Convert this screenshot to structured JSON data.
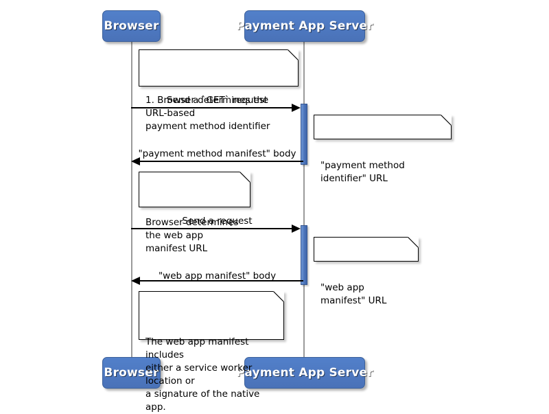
{
  "diagram": {
    "type": "sequence-diagram",
    "title": "Payment method manifest and web app manifest retrieval",
    "background_color": "#ffffff",
    "participant_color": "#4a72b8",
    "activation_color": "#5280ca",
    "lifeline_color": "#9a9a9a",
    "line_color": "#000000"
  },
  "participants": [
    {
      "id": "browser",
      "label": "Browser"
    },
    {
      "id": "server",
      "label": "Payment App Server"
    }
  ],
  "footers": [
    {
      "id": "browser",
      "label": "Browser"
    },
    {
      "id": "server",
      "label": "Payment App Server"
    }
  ],
  "messages": [
    {
      "id": "msg1",
      "label": "Send a `GET` request",
      "from": "browser",
      "to": "server",
      "direction": "right"
    },
    {
      "id": "msg2",
      "label": "\"payment method manifest\" body",
      "from": "server",
      "to": "browser",
      "direction": "left"
    },
    {
      "id": "msg3",
      "label": "Send a request",
      "from": "browser",
      "to": "server",
      "direction": "right"
    },
    {
      "id": "msg4",
      "label": "\"web app manifest\" body",
      "from": "server",
      "to": "browser",
      "direction": "left"
    }
  ],
  "notes": [
    {
      "id": "note1",
      "text": "1. Browser determines the URL-based\npayment method identifier",
      "attached_to": "browser"
    },
    {
      "id": "note2",
      "text": "\"payment method identifier\" URL",
      "attached_to": "server"
    },
    {
      "id": "note3",
      "text": "Browser determines\nthe web app manifest URL",
      "attached_to": "browser"
    },
    {
      "id": "note4",
      "text": "\"web app manifest\" URL",
      "attached_to": "server"
    },
    {
      "id": "note5",
      "text": "The web app manifest includes\neither a service worker location or\na signature of the native app.",
      "attached_to": "browser"
    }
  ],
  "activations": [
    {
      "id": "activation1",
      "on": "server"
    },
    {
      "id": "activation2",
      "on": "server"
    }
  ]
}
